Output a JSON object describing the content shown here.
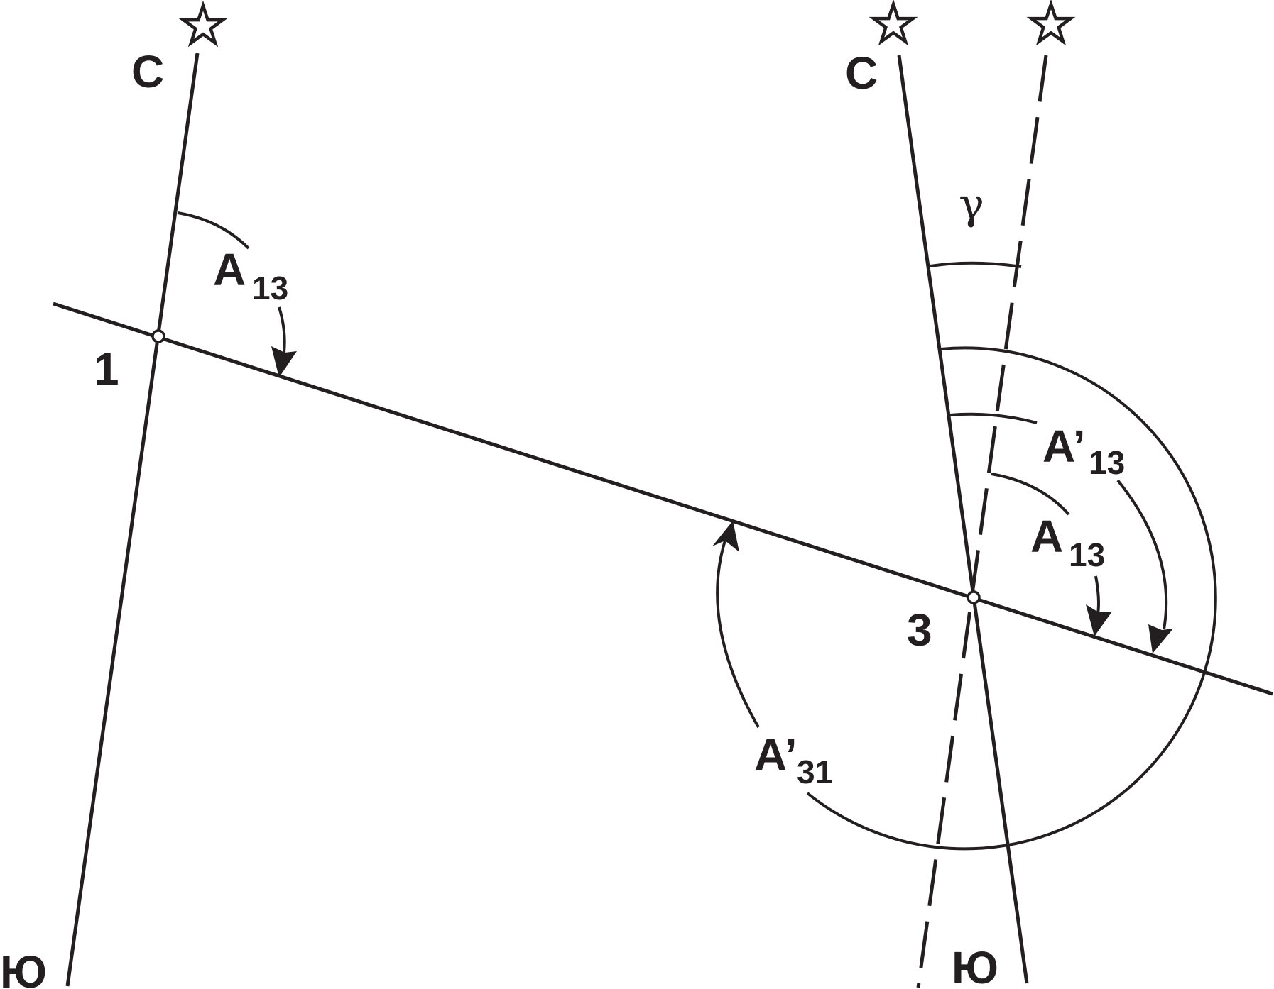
{
  "labels": {
    "north_left": "С",
    "north_right": "С",
    "south_left": "Ю",
    "south_right": "Ю",
    "point_1": "1",
    "point_3": "3",
    "gamma": "γ",
    "angle_a13_left": {
      "main": "A",
      "sub": "13"
    },
    "angle_a13_right": {
      "main": "A",
      "sub": "13"
    },
    "angle_a13_prime": {
      "main": "A’",
      "sub": "13"
    },
    "angle_a31_prime": {
      "main": "A’",
      "sub": "31"
    }
  },
  "icons": [
    "star-icon",
    "star-icon",
    "star-icon"
  ],
  "colors": {
    "ink": "#231f20",
    "background": "#ffffff"
  }
}
